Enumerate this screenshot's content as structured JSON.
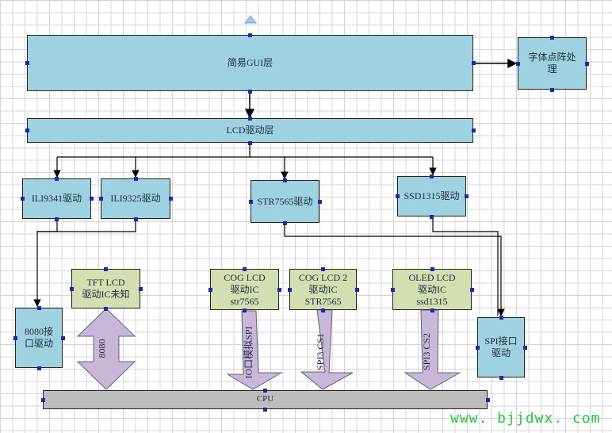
{
  "nodes": {
    "gui": "简易GUI层",
    "font": "字体点阵处\n理",
    "lcd_layer": "LCD驱动层",
    "ili9341": "ILI9341驱动",
    "ili9325": "ILI9325驱动",
    "str7565_drv": "STR7565驱动",
    "ssd1315_drv": "SSD1315驱动",
    "drv8080": "8080接\n口驱动",
    "tft_lcd": "TFT LCD\n驱动IC未知",
    "cog1": "COG LCD\n驱动IC\nstr7565",
    "cog2": "COG LCD 2\n驱动IC\nSTR7565",
    "oled": "OLED LCD\n驱动IC\nssd1315",
    "spi_drv": "SPI接口\n驱动",
    "cpu": "CPU"
  },
  "arrow_labels": {
    "bus8080": "8080",
    "io_spi": "IO口模拟SPI",
    "spi3_cs1": "SPI3 CS1",
    "spi3_cs2": "SPI3 CS2"
  },
  "watermark": "www. bjjdwx. com",
  "colors": {
    "box_blue": "#9fd2e0",
    "box_green": "#d3dfb0",
    "cpu_grey": "#bdbdbd",
    "big_arrow": "#c8b8d8",
    "handle": "#1a2aa8",
    "watermark": "#22cc33"
  }
}
